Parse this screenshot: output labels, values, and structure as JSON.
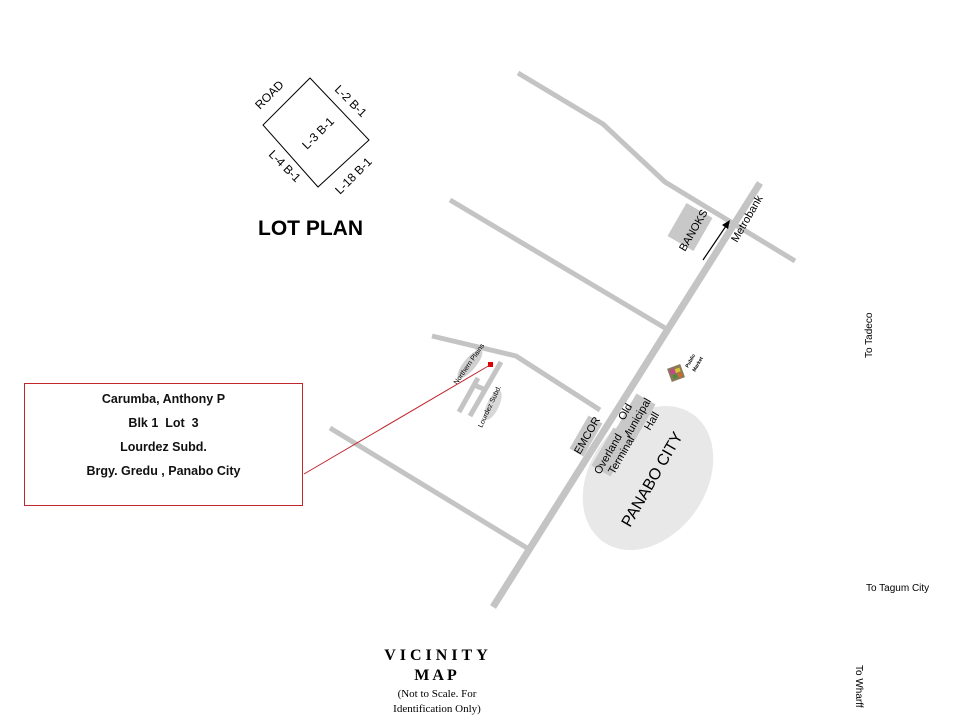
{
  "lot_plan": {
    "title": "LOT PLAN",
    "center_lot": "L-3 B-1",
    "sides": {
      "northwest": "ROAD",
      "northeast": "L-2 B-1",
      "southwest": "L-4 B-1",
      "southeast": "L-18 B-1"
    }
  },
  "owner_info": {
    "name": "Carumba, Anthony P",
    "block_lot": "Blk 1  Lot  3",
    "subdivision": "Lourdez Subd.",
    "address": "Brgy. Gredu , Panabo City"
  },
  "landmarks": {
    "banoks": "BANOKS",
    "metrobank": "Metrobank",
    "northern_plains": "Northern Plains",
    "lourdez_subd": "Lourdez Subd.",
    "public_market_line1": "Public",
    "public_market_line2": "Market",
    "emcor": "EMCOR",
    "old_municipal_hall_line1": "Old",
    "old_municipal_hall_line2": "Municipal",
    "old_municipal_hall_line3": "Hall",
    "overland_terminal_line1": "Overland",
    "overland_terminal_line2": "Terminal",
    "city": "PANABO CITY"
  },
  "directions": {
    "to_tadeco": "To Tadeco",
    "to_tagum": "To Tagum City",
    "to_wharf": "To Wharff"
  },
  "title_block": {
    "line1": "VICINITY",
    "line2": "MAP",
    "note1": "(Not to Scale. For",
    "note2": "Identification Only)"
  },
  "colors": {
    "road": "#c4c4c4",
    "landmark_fill": "#c8c8c8",
    "city_fill": "#e8e8e8",
    "leader_line": "#c0262d",
    "marker": "#e00000"
  }
}
